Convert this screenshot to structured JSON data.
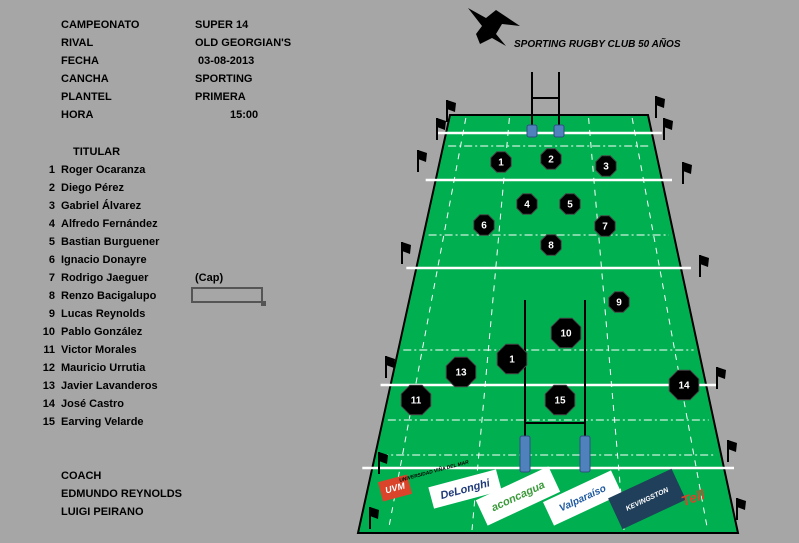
{
  "info": [
    {
      "label": "CAMPEONATO",
      "value": "SUPER 14"
    },
    {
      "label": "RIVAL",
      "value": "OLD GEORGIAN'S"
    },
    {
      "label": "FECHA",
      "value": "03-08-2013"
    },
    {
      "label": "CANCHA",
      "value": "SPORTING"
    },
    {
      "label": "PLANTEL",
      "value": "PRIMERA"
    },
    {
      "label": "HORA",
      "value": "15:00"
    }
  ],
  "club_title": "SPORTING RUGBY CLUB 50 AÑOS",
  "titular_heading": "TITULAR",
  "players": [
    {
      "n": "1",
      "name": "Roger Ocaranza"
    },
    {
      "n": "2",
      "name": "Diego Pérez"
    },
    {
      "n": "3",
      "name": "Gabriel Álvarez"
    },
    {
      "n": "4",
      "name": "Alfredo Fernández"
    },
    {
      "n": "5",
      "name": "Bastian Burguener"
    },
    {
      "n": "6",
      "name": "Ignacio Donayre"
    },
    {
      "n": "7",
      "name": "Rodrigo Jaeguer"
    },
    {
      "n": "8",
      "name": "Renzo Bacigalupo"
    },
    {
      "n": "9",
      "name": "Lucas Reynolds"
    },
    {
      "n": "10",
      "name": "Pablo González"
    },
    {
      "n": "11",
      "name": "Victor Morales"
    },
    {
      "n": "12",
      "name": "Mauricio Urrutia"
    },
    {
      "n": "13",
      "name": "Javier Lavanderos"
    },
    {
      "n": "14",
      "name": "José Castro"
    },
    {
      "n": "15",
      "name": "Earving Velarde"
    }
  ],
  "captain_label": "(Cap)",
  "coach_heading": "COACH",
  "coaches": [
    "EDMUNDO REYNOLDS",
    "LUIGI PEIRANO"
  ],
  "field_markers": [
    "1",
    "2",
    "3",
    "4",
    "5",
    "6",
    "7",
    "8",
    "9",
    "10",
    "1",
    "13",
    "14",
    "11",
    "15"
  ],
  "sponsors": [
    "UVM",
    "UNIVERSIDAD VIÑA DEL MAR",
    "DeLonghi",
    "aconcagua",
    "Valparaíso",
    "KEVINGSTON",
    "Tell"
  ],
  "colors": {
    "field": "#00b050",
    "background": "#a6a6a6",
    "post_pad": "#4f81bd"
  }
}
